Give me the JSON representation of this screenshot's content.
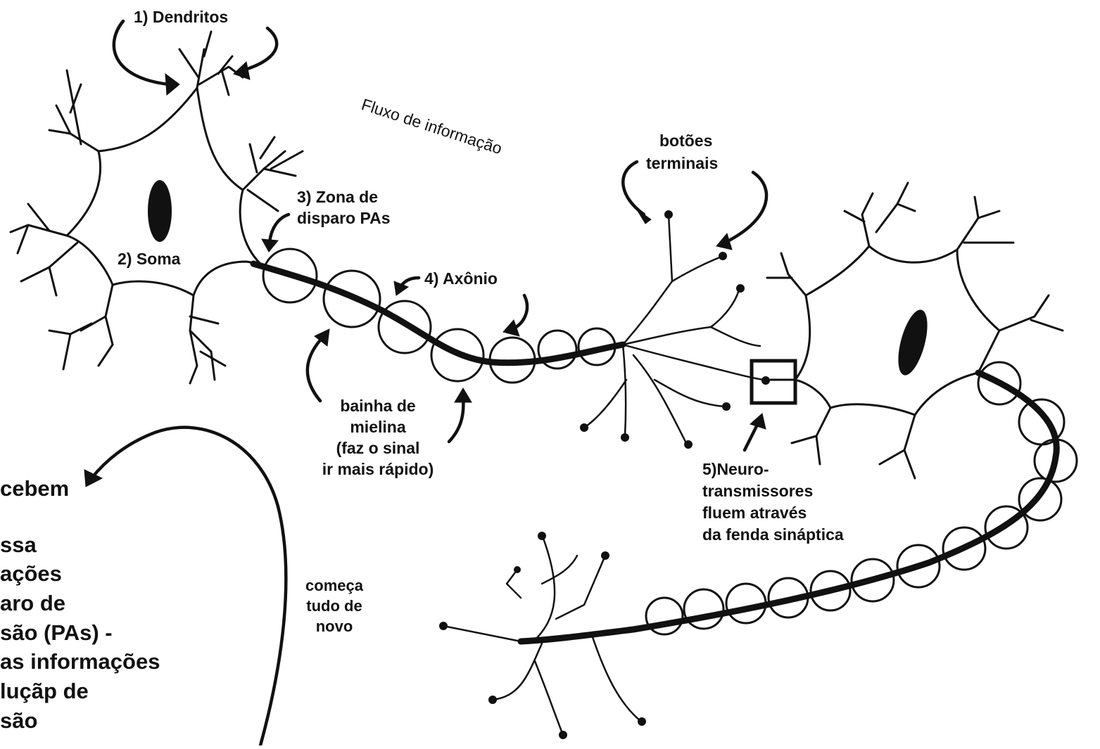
{
  "labels": {
    "dendritos": "1) Dendritos",
    "soma": "2) Soma",
    "zona_line1": "3) Zona de",
    "zona_line2": "disparo PAs",
    "axonio": "4) Axônio",
    "fluxo": "Fluxo de informação",
    "botoes_line1": "botões",
    "botoes_line2": "terminais",
    "bainha_line1": "bainha de",
    "bainha_line2": "mielina",
    "bainha_line3": "(faz o sinal",
    "bainha_line4": "ir mais rápido)",
    "neuro_line1": "5)Neuro-",
    "neuro_line2": "transmissores",
    "neuro_line3": "fluem através",
    "neuro_line4": "da fenda sináptica",
    "comeca_line1": "começa",
    "comeca_line2": "tudo de",
    "comeca_line3": "novo"
  },
  "side_text": {
    "line1": "cebem",
    "line2": "ssa",
    "line3": "ações",
    "line4": "aro de",
    "line5": "são (PAs) -",
    "line6": "as informações",
    "line7": "luçãp de",
    "line8": "são"
  },
  "colors": {
    "ink": "#111111",
    "background": "#ffffff"
  }
}
